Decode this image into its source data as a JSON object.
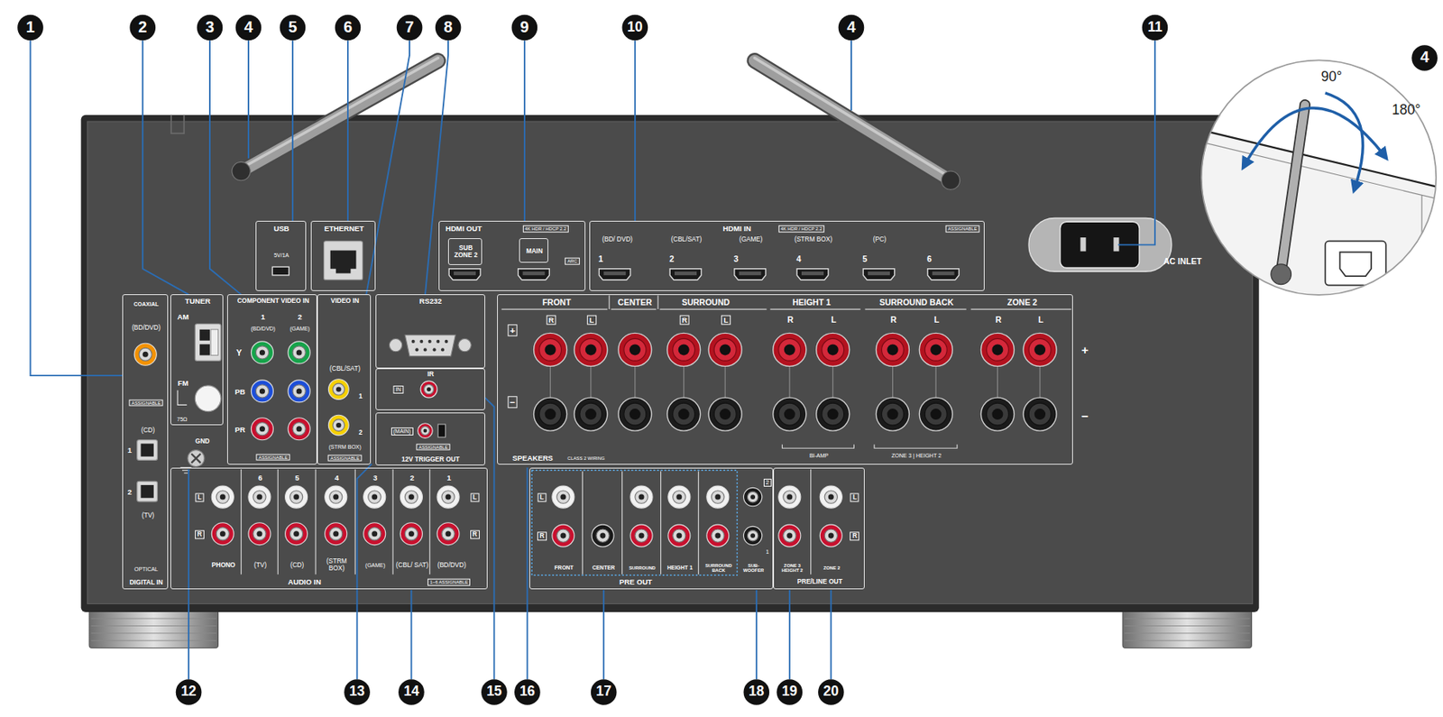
{
  "diagram": {
    "nodes": [
      {
        "text": [
          "USB",
          "5V/1A"
        ]
      },
      {
        "text": [
          "ETHERNET"
        ]
      },
      {
        "text": [
          "HDMI OUT",
          "4K HDR / HDCP 2.2",
          "ARC"
        ]
      },
      {
        "text": [
          "SUB ZONE 2"
        ],
        "in": 2
      },
      {
        "text": [
          "MAIN"
        ],
        "in": 2
      },
      {
        "text": [
          "HDMI IN",
          "4K HDR / HDCP 2.2",
          "ASSIGNABLE",
          "(BD/ DVD)",
          "(CBL/SAT)",
          "(GAME)",
          "(STRM BOX)",
          "(PC)",
          "1",
          "2",
          "3",
          "4",
          "5",
          "6"
        ]
      },
      {
        "text": [
          "COAXIAL",
          "(BD/DVD)",
          "ASSIGNABLE",
          "1",
          "(CD)",
          "2",
          "(TV)",
          "OPTICAL",
          "DIGITAL IN"
        ]
      },
      {
        "text": [
          "TUNER",
          "AM",
          "FM",
          "75Ω"
        ]
      },
      {
        "text": [
          "COMPONENT VIDEO IN",
          "1",
          "2",
          "(BD/DVD)",
          "(GAME)",
          "Y",
          "PB",
          "PR",
          "ASSIGNABLE"
        ]
      },
      {
        "text": [
          "VIDEO IN",
          "(CBL/SAT)",
          "1",
          "2",
          "(STRM BOX)",
          "ASSIGNABLE"
        ]
      },
      {
        "text": [
          "RS232"
        ]
      },
      {
        "text": [
          "IR",
          "IN"
        ]
      },
      {
        "text": [
          "(MAIN)",
          "ASSIGNABLE",
          "12V TRIGGER OUT"
        ]
      },
      {
        "text": [
          "FRONT",
          "CENTER",
          "SURROUND",
          "HEIGHT 1",
          "SURROUND BACK",
          "ZONE 2",
          "R",
          "L",
          "R",
          "L",
          "R",
          "L",
          "R",
          "L",
          "R",
          "L",
          "+",
          "+",
          "−",
          "−",
          "SPEAKERS",
          "CLASS 2 WIRING",
          "BI-AMP",
          "ZONE 3 | HEIGHT 2"
        ]
      },
      {
        "text": [
          "L",
          "R",
          "6",
          "5",
          "4",
          "3",
          "2",
          "1",
          "L",
          "R",
          "PHONO",
          "(TV)",
          "(CD)",
          "(STRM BOX)",
          "(GAME)",
          "(CBL/ SAT)",
          "(BD/DVD)",
          "AUDIO IN",
          "1~6 ASSIGNABLE"
        ]
      },
      {
        "text": [
          "L",
          "R",
          "2",
          "1",
          "FRONT",
          "CENTER",
          "SURROUND",
          "HEIGHT 1",
          "SURROUND BACK",
          "SUB- WOOFER",
          "PRE OUT"
        ]
      },
      {
        "text": [
          "L",
          "R",
          "ZONE 3 HEIGHT 2",
          "ZONE 2",
          "PRE/LINE OUT"
        ]
      }
    ],
    "labels": [
      "1",
      "2",
      "3",
      "4",
      "5",
      "6",
      "7",
      "8",
      "9",
      "10",
      "4",
      "11",
      "4",
      "90°",
      "180°",
      "AC INLET",
      "GND",
      "12",
      "13",
      "14",
      "15",
      "16",
      "17",
      "18",
      "19",
      "20"
    ]
  }
}
